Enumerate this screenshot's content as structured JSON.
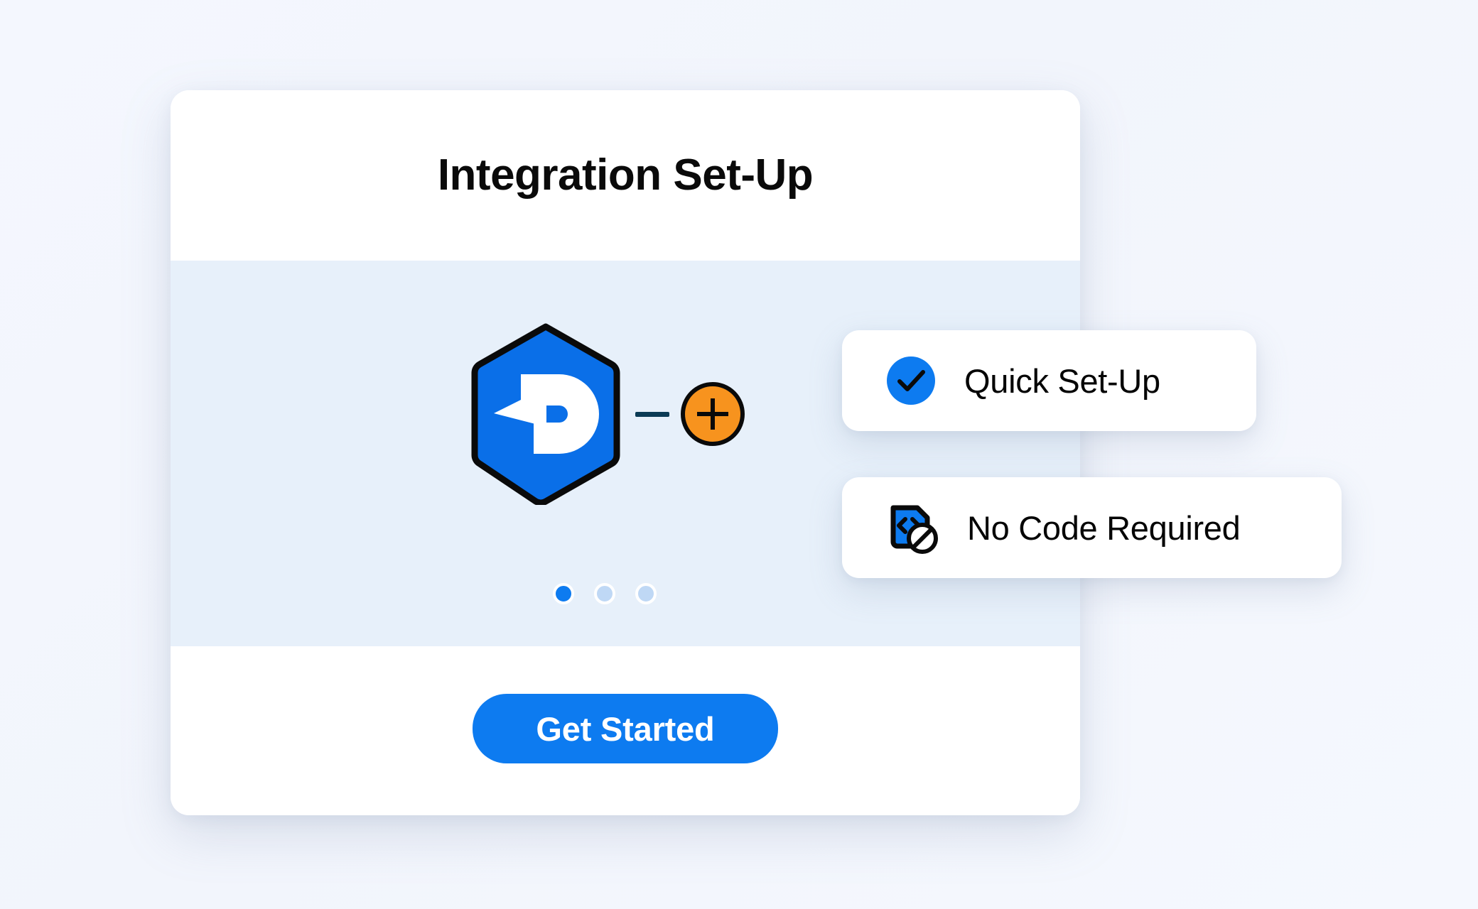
{
  "page": {
    "title": "Integration Set-Up",
    "background_color": "#F3F6FD"
  },
  "card": {
    "title": "Integration Set-Up",
    "band_color": "#E7F0FA",
    "surface_color": "#FFFFFF"
  },
  "logo": {
    "name": "app-hexagon-logo",
    "shape": "hexagon",
    "fill_color": "#0A6FE8",
    "stroke_color": "#0A0A0A",
    "glyph": "D",
    "glyph_color": "#FFFFFF"
  },
  "connector": {
    "name": "connector-line",
    "color": "#0B3B55"
  },
  "add_badge": {
    "name": "add-plus-badge",
    "symbol": "+",
    "fill_color": "#F7931E",
    "stroke_color": "#0A0A0A"
  },
  "carousel": {
    "dots": [
      {
        "label": "slide-1",
        "active": true
      },
      {
        "label": "slide-2",
        "active": false
      },
      {
        "label": "slide-3",
        "active": false
      }
    ],
    "active_color": "#0D7BF0",
    "inactive_color": "#BFD8F5"
  },
  "features": [
    {
      "label": "Quick Set-Up",
      "icon": "check-circle-icon",
      "icon_fill": "#0D7BF0",
      "icon_mark_color": "#0A0A0A"
    },
    {
      "label": "No Code Required",
      "icon": "no-code-icon",
      "icon_fill": "#0D7BF0",
      "icon_mark_color": "#0A0A0A"
    }
  ],
  "cta": {
    "label": "Get Started",
    "background_color": "#0D7BF0",
    "text_color": "#FFFFFF"
  }
}
